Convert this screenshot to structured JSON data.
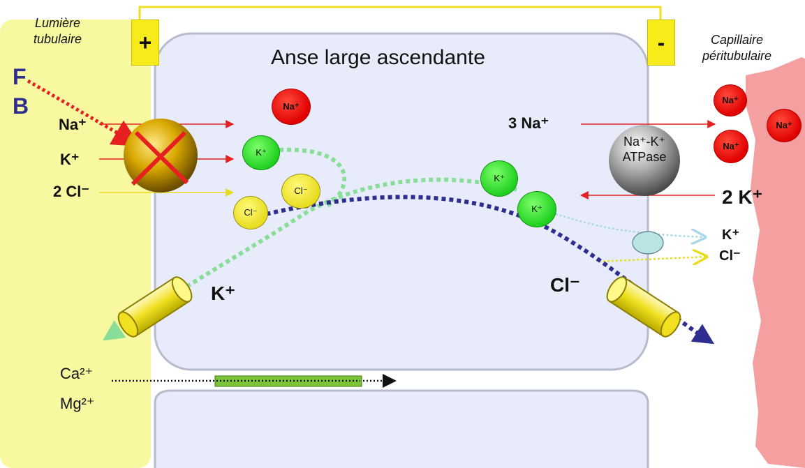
{
  "labels": {
    "lumen": "Lumière\ntubulaire",
    "capillary": "Capillaire\npéritubulaire",
    "title": "Anse large ascendante",
    "drug_f": "F",
    "drug_b": "B",
    "plus": "+",
    "minus": "-"
  },
  "cotransporter": {
    "na": "Na⁺",
    "k": "K⁺",
    "cl": "2 Cl⁻"
  },
  "cell_ions": {
    "na": "Na⁺",
    "k_1": "K⁺",
    "k_2": "K⁺",
    "k_3": "K⁺",
    "cl_1": "Cl⁻",
    "cl_2": "Cl⁻"
  },
  "pump": {
    "label": "Na⁺-K⁺\nATPase",
    "na_out": "3 Na⁺",
    "k_in": "2 K⁺"
  },
  "blood_ions": {
    "na_1": "Na⁺",
    "na_2": "Na⁺",
    "na_3": "Na⁺"
  },
  "basolateral_exit": {
    "k": "K⁺",
    "cl": "Cl⁻"
  },
  "channels": {
    "k_channel": "K⁺",
    "cl_channel": "Cl⁻"
  },
  "paracellular": {
    "ca": "Ca²⁺",
    "mg": "Mg²⁺"
  },
  "colors": {
    "lumen": "#f8f8a0",
    "cell": "#e8ecfa",
    "capillary": "#f5a0a0",
    "sodium": "#e00000",
    "potassium": "#20d020",
    "chloride": "#e8dc20",
    "chloride_path": "#2e2e8e",
    "potassium_path": "#88dd99"
  }
}
